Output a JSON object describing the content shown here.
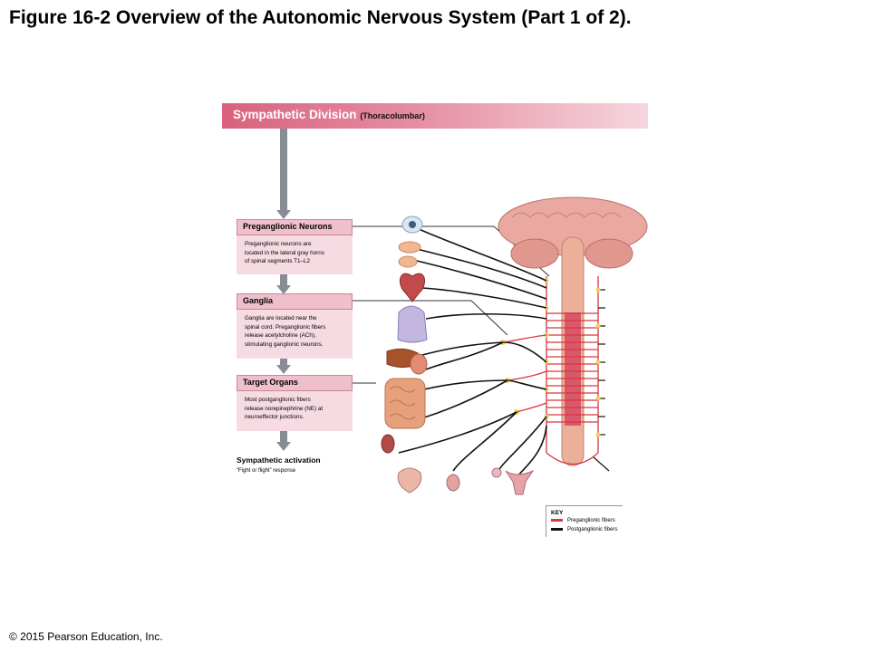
{
  "title": "Figure 16-2 Overview of the Autonomic Nervous System (Part 1 of 2).",
  "copyright": "© 2015 Pearson Education, Inc.",
  "banner": {
    "title": "Sympathetic Division",
    "subtitle": "(Thoracolumbar)"
  },
  "steps": [
    {
      "heading": "Preganglionic Neurons",
      "text": "Preganglionic neurons are\nlocated in the lateral gray horns\nof spinal segments  T1–L2"
    },
    {
      "heading": "Ganglia",
      "text": "Ganglia are located near the\nspinal cord. Preganglionic fibers\nrelease acetylcholine (ACh),\nstimulating ganglionic neurons."
    },
    {
      "heading": "Target Organs",
      "text": "Most postganglionic fibers\nrelease norepinephrine (NE) at\nneuroeffector junctions."
    }
  ],
  "activation": {
    "label": "Sympathetic activation",
    "note": "“Fight or flight” response"
  },
  "key": {
    "title": "KEY",
    "items": [
      {
        "label": "Preganglionic fibers",
        "color": "#d9363e"
      },
      {
        "label": "Postganglionic fibers",
        "color": "#111111"
      }
    ]
  },
  "colors": {
    "banner": "#d9627e",
    "step_fill": "#f7dbe3",
    "spinal_cord": "#e8a08a",
    "brain": "#e9a9a0"
  }
}
